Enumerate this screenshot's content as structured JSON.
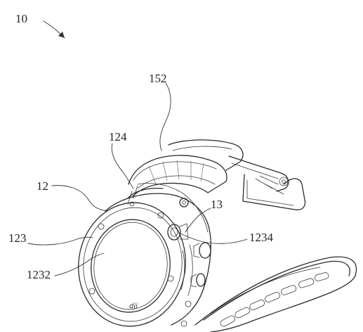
{
  "figure": {
    "main_ref": "10",
    "labels": {
      "l152": "152",
      "l124": "124",
      "l12": "12",
      "l13": "13",
      "l123": "123",
      "l1234": "1234",
      "l1232": "1232"
    },
    "logo_text": "dji"
  },
  "colors": {
    "ink": "#2b2b2b",
    "paper": "#ffffff"
  }
}
